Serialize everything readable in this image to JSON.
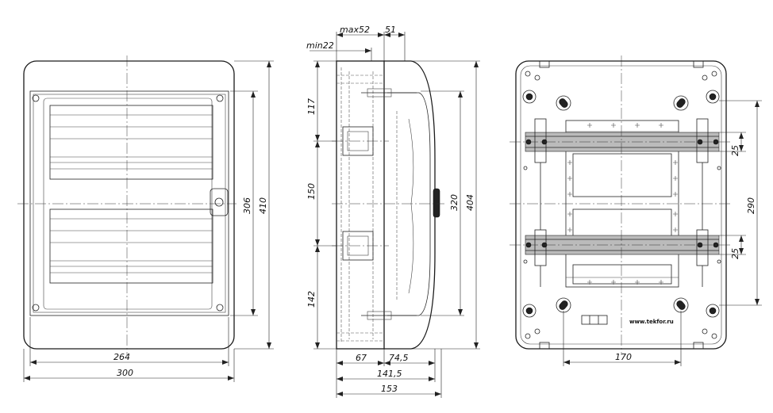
{
  "front": {
    "dims": {
      "inner_width": "264",
      "outer_width": "300",
      "inner_height": "306",
      "outer_height": "410"
    }
  },
  "side": {
    "dims": {
      "max_depth": "max52",
      "top_offset": "51",
      "min_depth": "min22",
      "v117": "117",
      "v150": "150",
      "v142": "142",
      "v320": "320",
      "v404": "404",
      "d67": "67",
      "d74_5": "74,5",
      "d141_5": "141,5",
      "d153": "153"
    }
  },
  "back": {
    "dims": {
      "rail_pitch": "290",
      "rail_height_top": "25",
      "rail_height_bottom": "25",
      "mount_spacing": "170"
    },
    "website": "www.tekfor.ru"
  }
}
